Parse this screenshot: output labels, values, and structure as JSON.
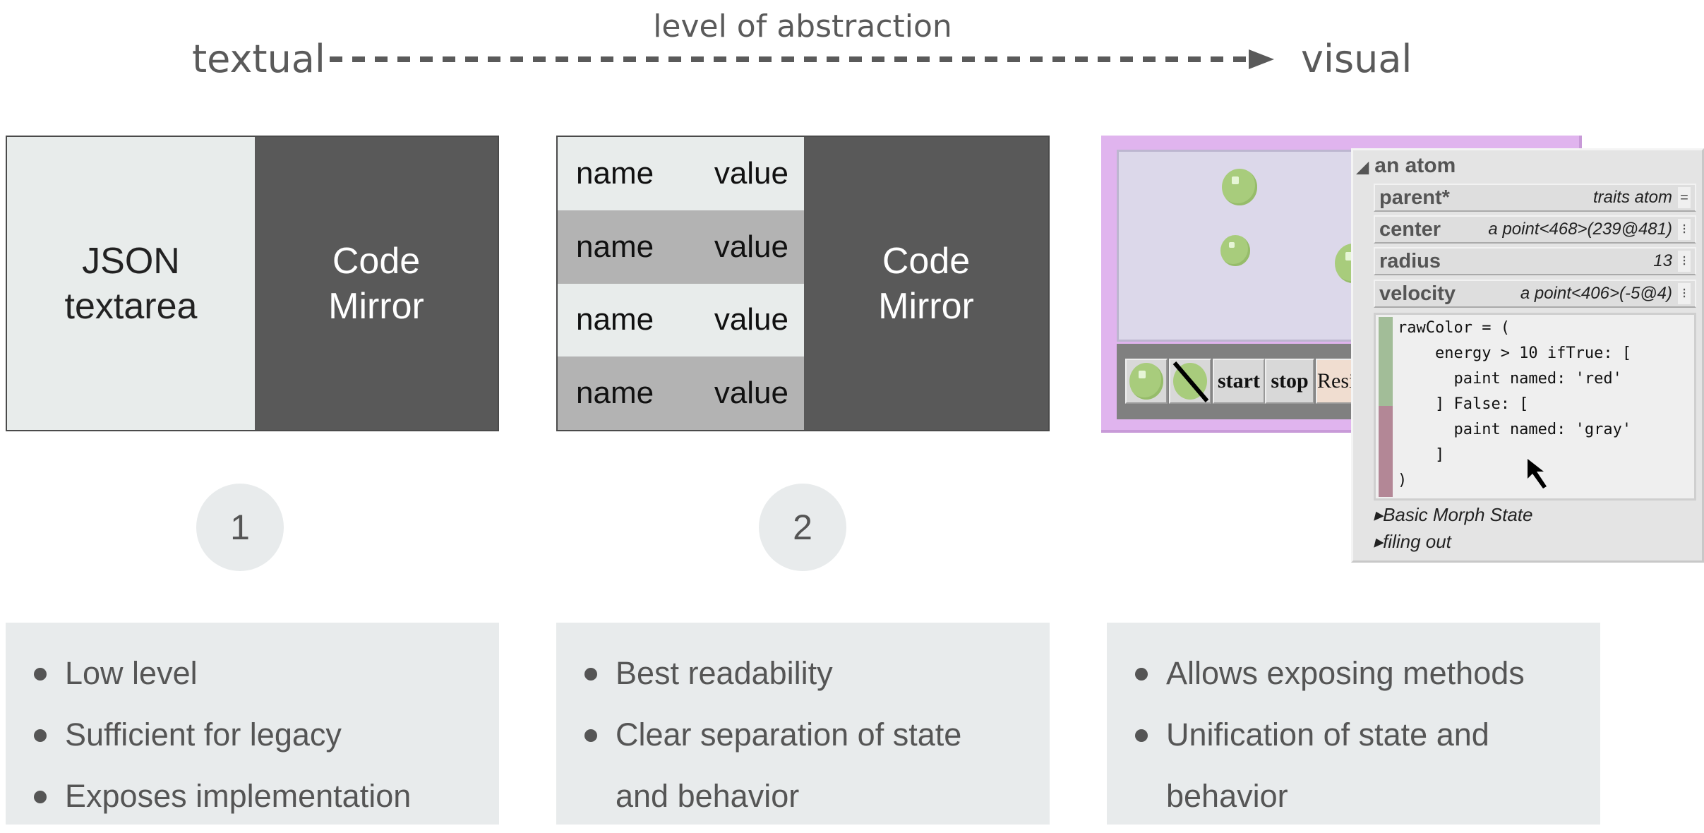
{
  "header": {
    "axis_label": "level of abstraction",
    "left": "textual",
    "right": "visual"
  },
  "panel1": {
    "left": "JSON textarea",
    "right": "Code Mirror",
    "number": "1"
  },
  "panel2": {
    "rows": [
      {
        "name": "name",
        "value": "value"
      },
      {
        "name": "name",
        "value": "value"
      },
      {
        "name": "name",
        "value": "value"
      },
      {
        "name": "name",
        "value": "value"
      }
    ],
    "right": "Code Mirror",
    "number": "2"
  },
  "panel3": {
    "buttons": {
      "start": "start",
      "stop": "stop",
      "resize": "Resi"
    },
    "inspector": {
      "title": "an atom",
      "slots": [
        {
          "name": "parent*",
          "value": "traits atom",
          "button": "="
        },
        {
          "name": "center",
          "value": "a point<468>(239@481)",
          "button": "⁝"
        },
        {
          "name": "radius",
          "value": "13",
          "button": "⁝"
        },
        {
          "name": "velocity",
          "value": "a point<406>(-5@4)",
          "button": "⁝"
        }
      ],
      "code": [
        "rawColor = (",
        "    energy > 10 ifTrue: [",
        "      paint named: 'red'",
        "    ] False: [",
        "      paint named: 'gray'",
        "    ]",
        ")"
      ],
      "categories": [
        "Basic Morph State",
        "filing out"
      ]
    }
  },
  "bullets": [
    [
      "Low level",
      "Sufficient for legacy",
      "Exposes implementation"
    ],
    [
      "Best readability",
      "Clear separation of state",
      "and behavior"
    ],
    [
      "Allows exposing methods",
      "Unification of state and",
      "behavior"
    ]
  ],
  "colors": {
    "dark": "#595959",
    "light": "#e8eceb",
    "row_alt": "#b3b3b3",
    "text": "#555555",
    "frame": "#e0b4ee"
  }
}
